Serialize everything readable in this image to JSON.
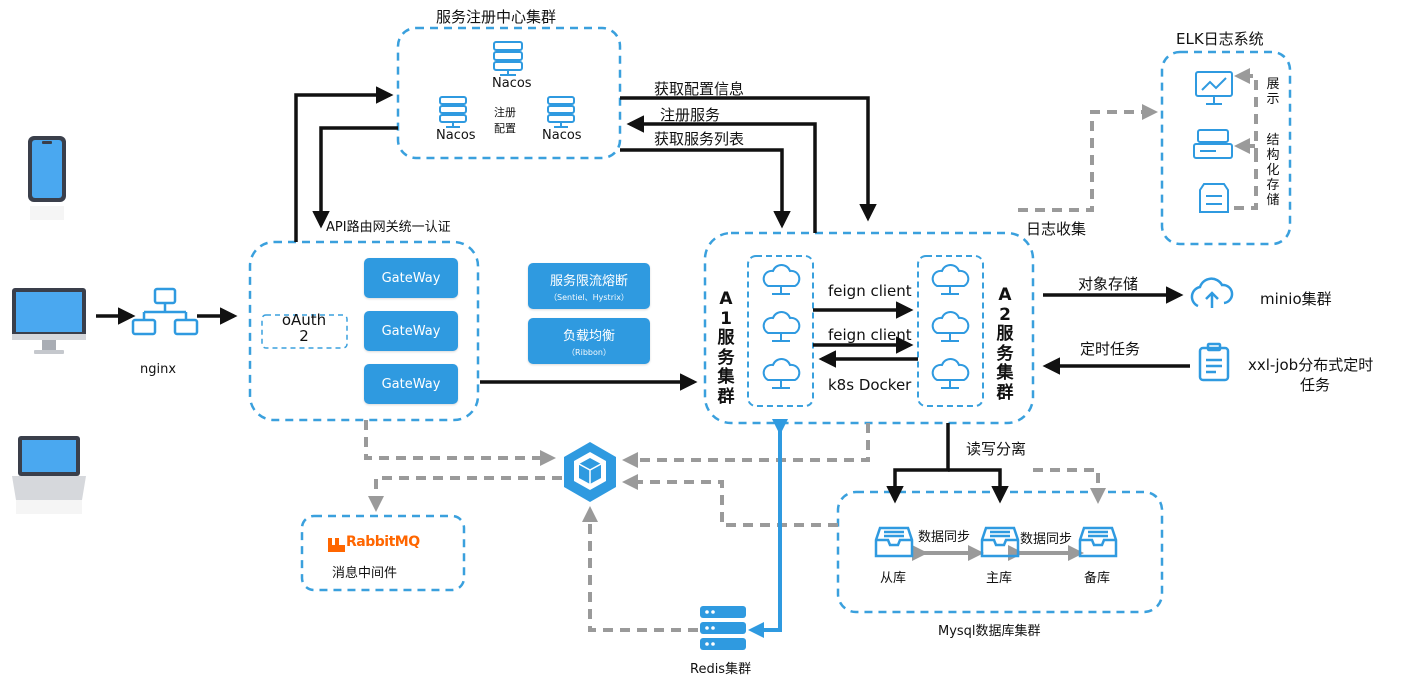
{
  "registry": {
    "title": "服务注册中心集群",
    "nodes": [
      "Nacos",
      "Nacos",
      "Nacos"
    ],
    "center_label": [
      "注册",
      "配置"
    ]
  },
  "edges": {
    "get_config": "获取配置信息",
    "register_service": "注册服务",
    "get_service_list": "获取服务列表",
    "log_collect": "日志收集",
    "object_storage": "对象存储",
    "scheduled_task": "定时任务",
    "rw_split": "读写分离",
    "data_sync_left": "数据同步",
    "data_sync_right": "数据同步",
    "feign_1": "feign client",
    "feign_2": "feign client",
    "k8s": "k8s Docker"
  },
  "gateway": {
    "title": "API路由网关统一认证",
    "oauth": "oAuth\n2",
    "buttons": [
      "GateWay",
      "GateWay",
      "GateWay"
    ]
  },
  "middle": {
    "circuit_breaker": "服务限流熔断",
    "circuit_breaker_sub": "（Sentiel、Hystrix）",
    "load_balance": "负载均衡",
    "load_balance_sub": "（Ribbon）"
  },
  "clients": {
    "nginx": "nginx"
  },
  "cluster_a1": "A1服务集群",
  "cluster_a2": "A2服务集群",
  "elk": {
    "title": "ELK日志系统",
    "show": "展示",
    "structured_storage": "结构化存储"
  },
  "minio": "minio集群",
  "xxljob": [
    "xxl-job分布式定时",
    "任务"
  ],
  "mq": {
    "logo": "RabbitMQ",
    "label": "消息中间件"
  },
  "redis": "Redis集群",
  "mysql": {
    "title": "Mysql数据库集群",
    "slave": "从库",
    "master": "主库",
    "backup": "备库"
  },
  "colors": {
    "accent": "#2f9ae0",
    "dashed_border": "#3aa0dd",
    "gray_arrow": "#9a9a9a",
    "black_arrow": "#111111",
    "rabbit_orange": "#ff6600"
  }
}
